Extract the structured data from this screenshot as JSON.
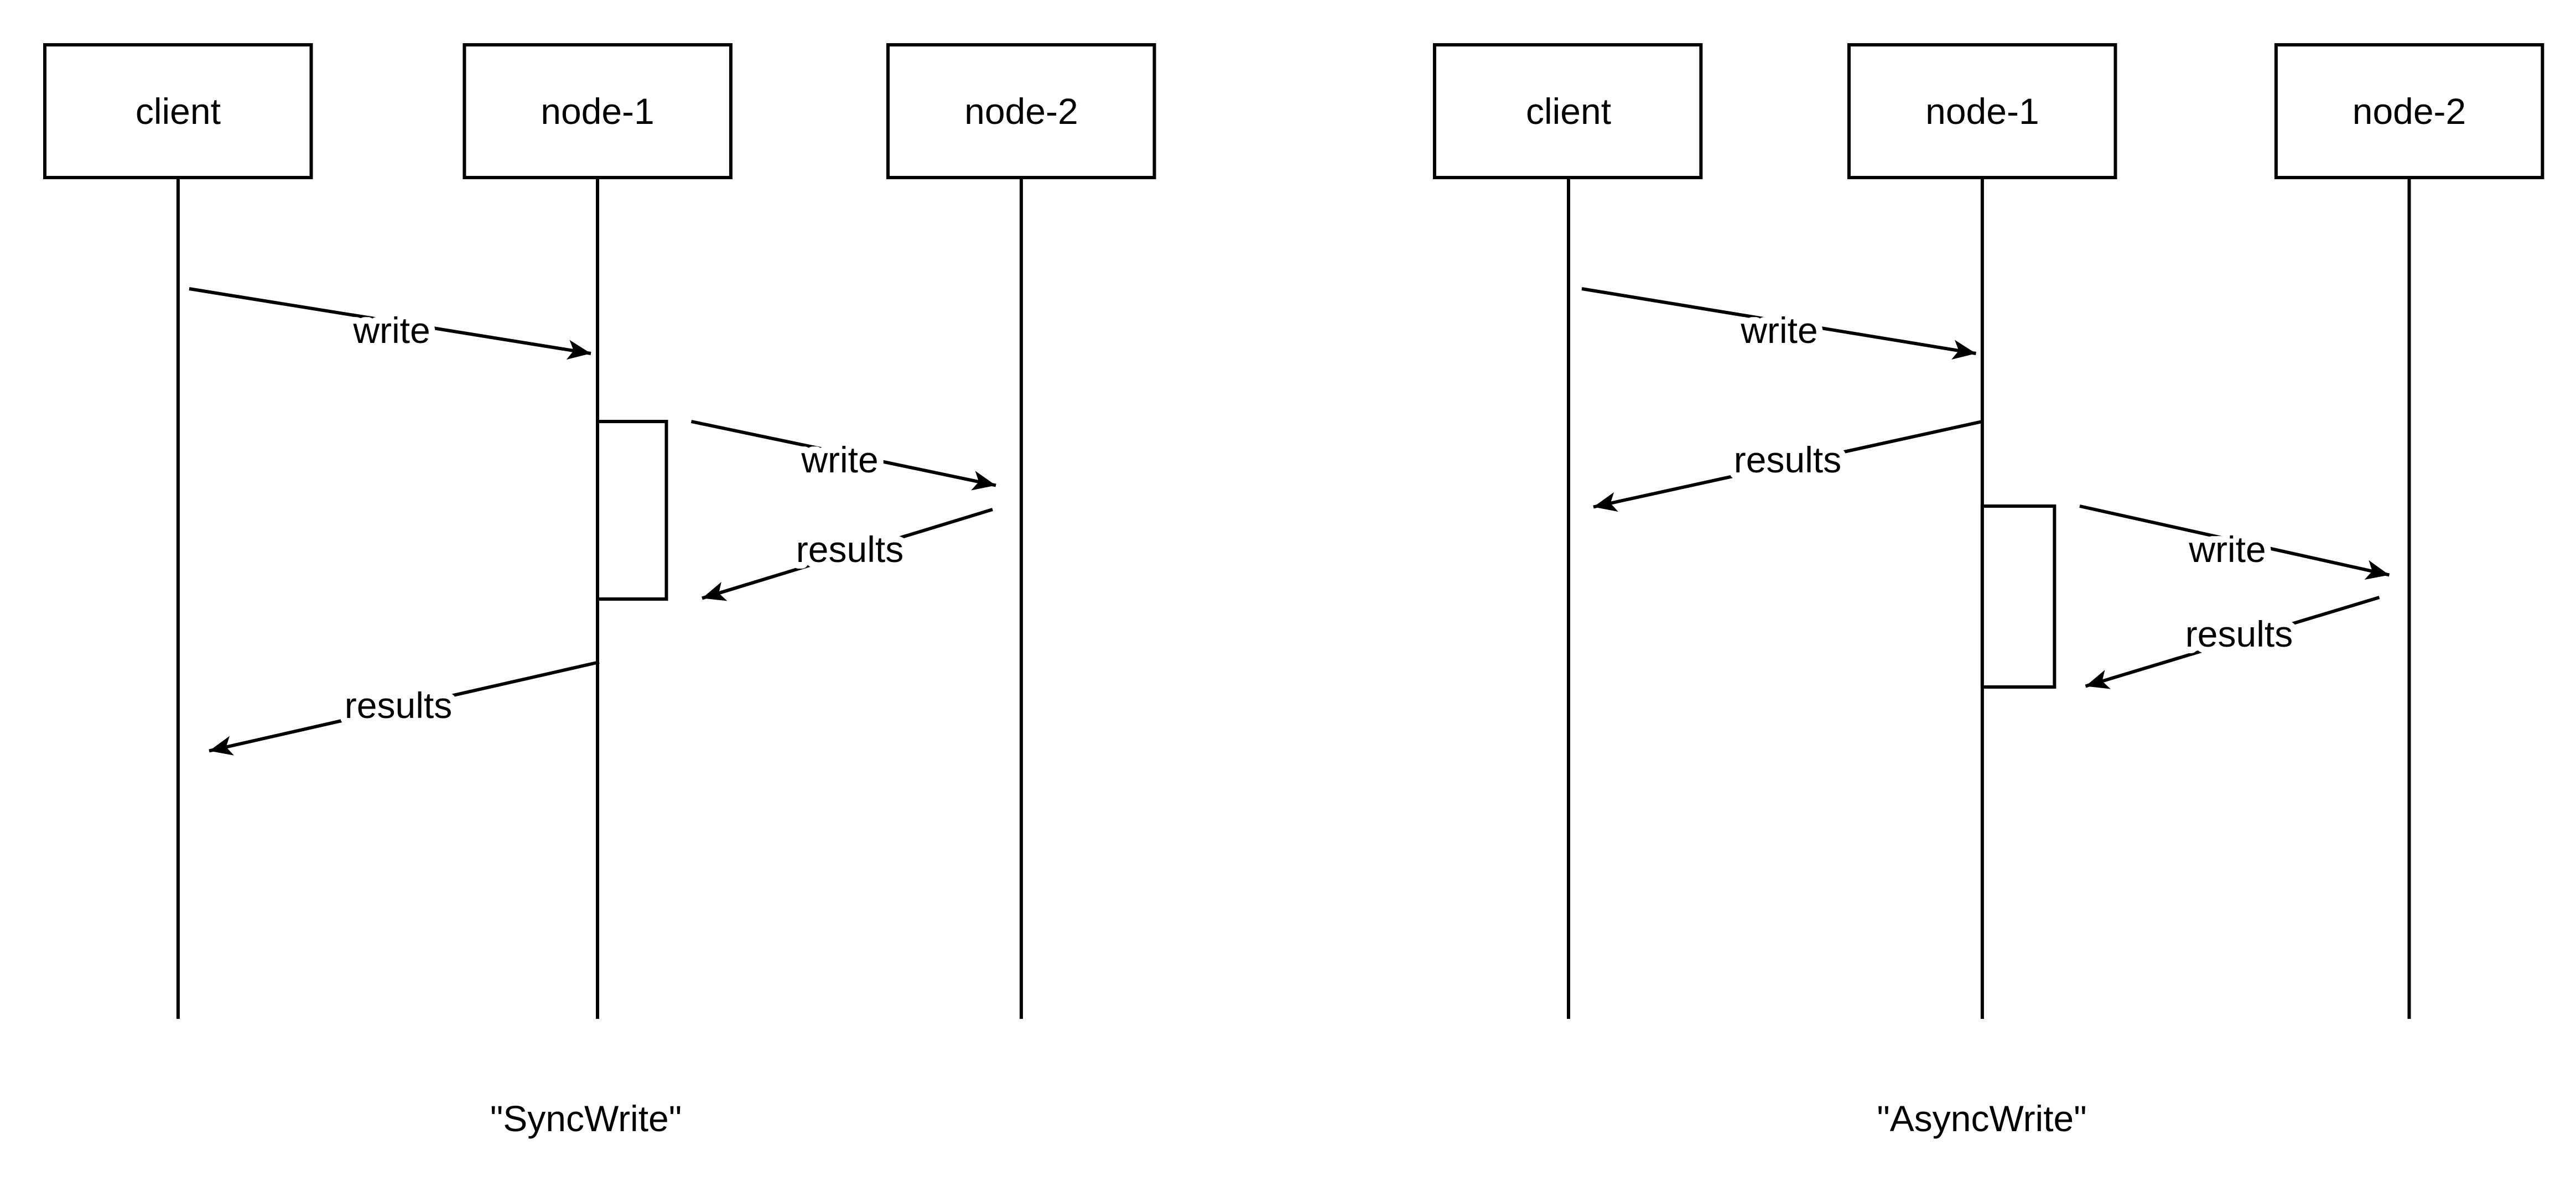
{
  "colors": {
    "background": "#ffffff",
    "stroke": "#000000",
    "text": "#000000"
  },
  "diagrams": [
    {
      "caption": "\"SyncWrite\"",
      "actors": [
        {
          "label": "client"
        },
        {
          "label": "node-1"
        },
        {
          "label": "node-2"
        }
      ],
      "messages": [
        {
          "label": "write",
          "from": "client",
          "to": "node-1"
        },
        {
          "label": "write",
          "from": "node-1",
          "to": "node-2"
        },
        {
          "label": "results",
          "from": "node-2",
          "to": "node-1"
        },
        {
          "label": "results",
          "from": "node-1",
          "to": "client"
        }
      ]
    },
    {
      "caption": "\"AsyncWrite\"",
      "actors": [
        {
          "label": "client"
        },
        {
          "label": "node-1"
        },
        {
          "label": "node-2"
        }
      ],
      "messages": [
        {
          "label": "write",
          "from": "client",
          "to": "node-1"
        },
        {
          "label": "results",
          "from": "node-1",
          "to": "client"
        },
        {
          "label": "write",
          "from": "node-1",
          "to": "node-2"
        },
        {
          "label": "results",
          "from": "node-2",
          "to": "node-1"
        }
      ]
    }
  ]
}
